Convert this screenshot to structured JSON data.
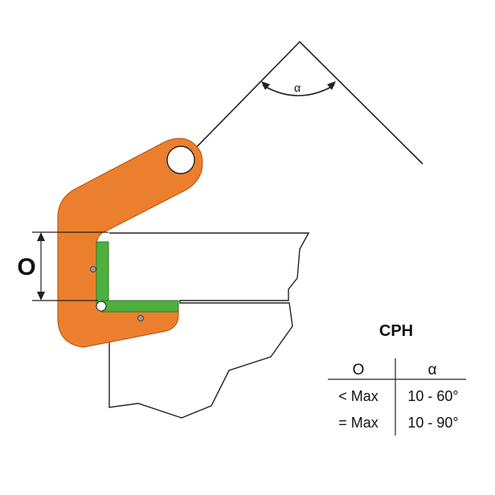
{
  "diagram": {
    "dimension_label": "O",
    "angle_label": "α",
    "colors": {
      "clamp_body": "#ec7f2e",
      "clamp_outline": "#c05a14",
      "pad": "#4caf3e",
      "pad_outline": "#2f7a26",
      "line": "#222222"
    }
  },
  "table": {
    "title": "CPH",
    "headers": [
      "O",
      "α"
    ],
    "rows": [
      [
        "< Max",
        "10 - 60°"
      ],
      [
        "= Max",
        "10 - 90°"
      ]
    ]
  }
}
